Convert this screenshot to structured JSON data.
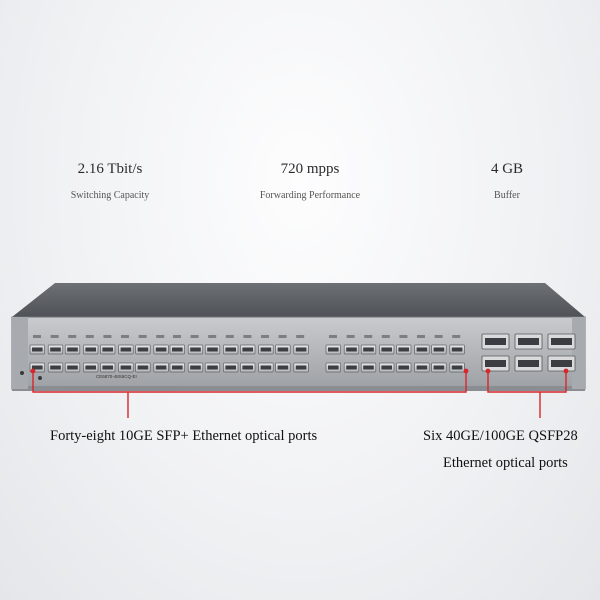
{
  "stats": [
    {
      "value": "2.16 Tbit/s",
      "label": "Switching Capacity"
    },
    {
      "value": "720 mpps",
      "label": "Forwarding Performance"
    },
    {
      "value": "4 GB",
      "label": "Buffer"
    }
  ],
  "device": {
    "model_label": "CE6870-48S6CQ-EI",
    "sfp_port_count": 48,
    "qsfp_port_count": 6,
    "chassis_color": "#5d6064",
    "panel_color": "#b9bcc0",
    "accent_color": "#d8262c"
  },
  "captions": {
    "sfp": "Forty-eight 10GE SFP+ Ethernet optical ports",
    "qsfp_line1": "Six 40GE/100GE QSFP28",
    "qsfp_line2": "Ethernet optical ports"
  }
}
